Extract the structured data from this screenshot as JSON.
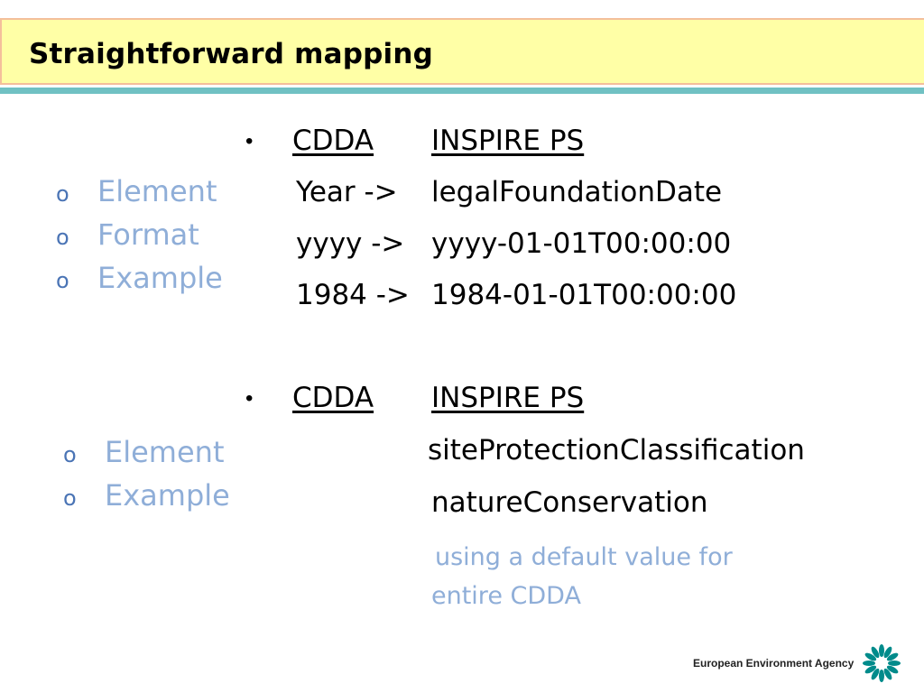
{
  "title": "Straightforward mapping",
  "sidebar1": [
    "Element",
    "Format",
    "Example"
  ],
  "sidebar2": [
    "Element",
    "Example"
  ],
  "block1": {
    "bullet": "•",
    "col1_header": "CDDA",
    "col2_header": "INSPIRE PS",
    "rows": [
      {
        "left": "Year  ->",
        "right": "legalFoundationDate"
      },
      {
        "left": "yyyy  ->",
        "right": "yyyy-01-01T00:00:00"
      },
      {
        "left": "1984 ->",
        "right": "1984-01-01T00:00:00"
      }
    ]
  },
  "block2": {
    "bullet": "•",
    "col1_header": "CDDA",
    "col2_header": "INSPIRE PS",
    "element": "siteProtectionClassification",
    "example": "natureConservation",
    "note_line1": "using a default value for",
    "note_line2": "entire CDDA"
  },
  "logo": {
    "text": "European Environment Agency",
    "icon": "eea-logo-icon",
    "color": "#008b8b"
  }
}
